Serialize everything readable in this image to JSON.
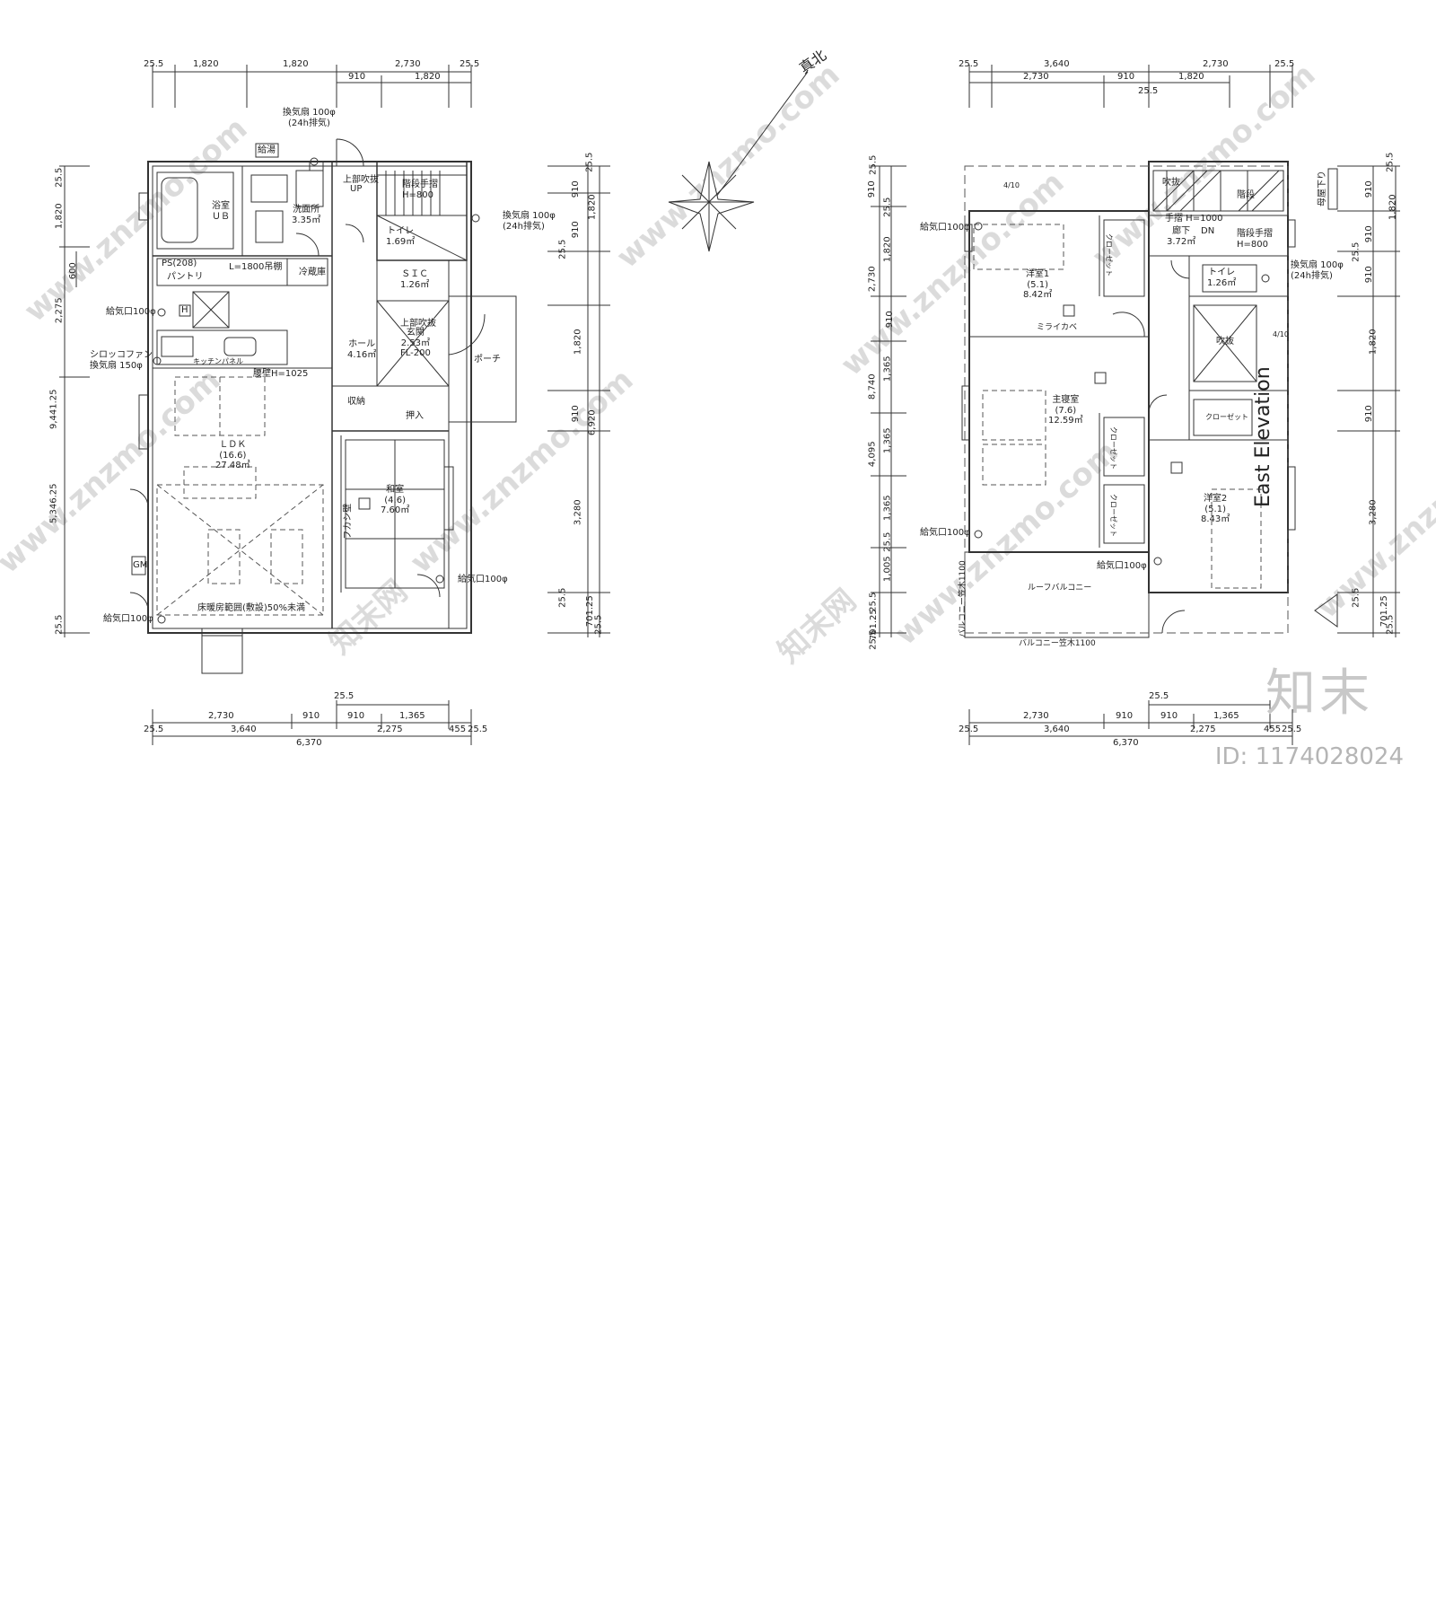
{
  "north_label": "真北",
  "east_elevation": "East Elevation",
  "watermark": "www.znzmo.com",
  "watermark_cn": "知末网",
  "brand": "知末",
  "image_id": "ID: 1174028024",
  "left": {
    "top_dims_1": [
      "25.5",
      "1,820",
      "1,820",
      "2,730",
      "25.5"
    ],
    "top_dims_2": [
      "910",
      "1,820"
    ],
    "left_dims": [
      "25.5",
      "1,820",
      "600",
      "2,275",
      "9,441.25",
      "5,346.25",
      "25.5"
    ],
    "right_dims": [
      "25.5",
      "910",
      "1,820",
      "25.5",
      "910",
      "1,820",
      "910",
      "6,920",
      "3,280",
      "25.5",
      "701.25",
      "25.5"
    ],
    "bottom_dims_1": [
      "25.5"
    ],
    "bottom_dims_2": [
      "2,730",
      "910",
      "910",
      "1,365"
    ],
    "bottom_dims_3": [
      "25.5",
      "3,640",
      "2,275",
      "455",
      "25.5"
    ],
    "bottom_total": "6,370",
    "rooms": {
      "bath": "浴室\nＵＢ",
      "wash": "洗面所\n3.35㎡",
      "ldk": "ＬＤＫ\n(16.6)\n27.48㎡",
      "hall": "ホール\n4.16㎡",
      "toilet": "トイレ\n1.69㎡",
      "sic": "ＳＩＣ\n1.26㎡",
      "entrance": "玄関\n2.53㎡\nFL-200",
      "washitsu": "和室\n(4.6)\n7.60㎡",
      "porch": "ポーチ",
      "storage": "収納",
      "oshiire": "押入",
      "fridge": "冷蔵庫",
      "pantry": "パントリ",
      "ps": "PS(208)",
      "kitchen": "キッチンパネル",
      "counter": "腰壁H=1025",
      "shelf": "L=1800吊棚",
      "fukashi": "フカシ壁",
      "up": "UP",
      "stair": "階段手摺\nH=800",
      "fukinuke": "上部吹抜",
      "fukinuke2": "上部吹抜",
      "kyuto": "給湯",
      "h_mark": "H",
      "gm": "GM",
      "heating": "床暖房範囲(敷設)50%未満"
    },
    "notes": {
      "fan_top": "換気扇 100φ\n(24h排気)",
      "fan_right": "換気扇 100φ\n(24h排気)",
      "range_fan": "シロッコファン\n換気扇 150φ",
      "inlet_1": "給気口100φ",
      "inlet_2": "給気口100φ",
      "inlet_3": "給気口100φ"
    }
  },
  "right": {
    "top_dims_1": [
      "25.5",
      "3,640",
      "2,730",
      "25.5"
    ],
    "top_dims_2": [
      "2,730",
      "910",
      "1,820"
    ],
    "top_dims_3": [
      "25.5"
    ],
    "left_dims": [
      "910",
      "25.5",
      "25.5",
      "1,820",
      "2,730",
      "910",
      "1,365",
      "8,740",
      "4,095",
      "1,365",
      "1,365",
      "25.5",
      "1,005",
      "25.5",
      "701.25",
      "25.5"
    ],
    "right_dims": [
      "25.5",
      "910",
      "1,820",
      "25.5",
      "910",
      "910",
      "1,820",
      "910",
      "3,280",
      "25.5",
      "701.25",
      "25.5"
    ],
    "bottom_dims_1": [
      "25.5"
    ],
    "bottom_dims_2": [
      "2,730",
      "910",
      "910",
      "1,365"
    ],
    "bottom_dims_3": [
      "25.5",
      "3,640",
      "2,275",
      "455",
      "25.5"
    ],
    "bottom_total": "6,370",
    "rooms": {
      "yoshitsu1": "洋室1\n(5.1)\n8.42㎡",
      "shinshitsu": "主寝室\n(7.6)\n12.59㎡",
      "yoshitsu2": "洋室2\n(5.1)\n8.43㎡",
      "rouka": "廊下\n3.72㎡",
      "toilet": "トイレ\n1.26㎡",
      "fukinuke_1": "吹抜",
      "fukinuke_2": "吹抜",
      "stairs": "階段",
      "closet_1": "クローゼット",
      "closet_2": "クローゼット",
      "closet_3": "クローゼット",
      "closet_4": "クローゼット",
      "mirror": "ミライカベ",
      "roof_balcony": "ルーフバルコニー",
      "balcony": "バルコニー笠木",
      "handrail": "手摺 H=1000",
      "dn": "DN",
      "stair_rail": "階段手摺\nH=800",
      "slope_1": "4/10",
      "slope_2": "4/10",
      "eaves": "母屋下り",
      "balcony_rail": "バルコニー笠木1100",
      "balcony_rail_side": "バルコニー笠木1100"
    },
    "notes": {
      "inlet_1": "給気口100φ",
      "inlet_2": "給気口100φ",
      "inlet_3": "給気口100φ",
      "fan": "換気扇 100φ\n(24h排気)"
    }
  }
}
